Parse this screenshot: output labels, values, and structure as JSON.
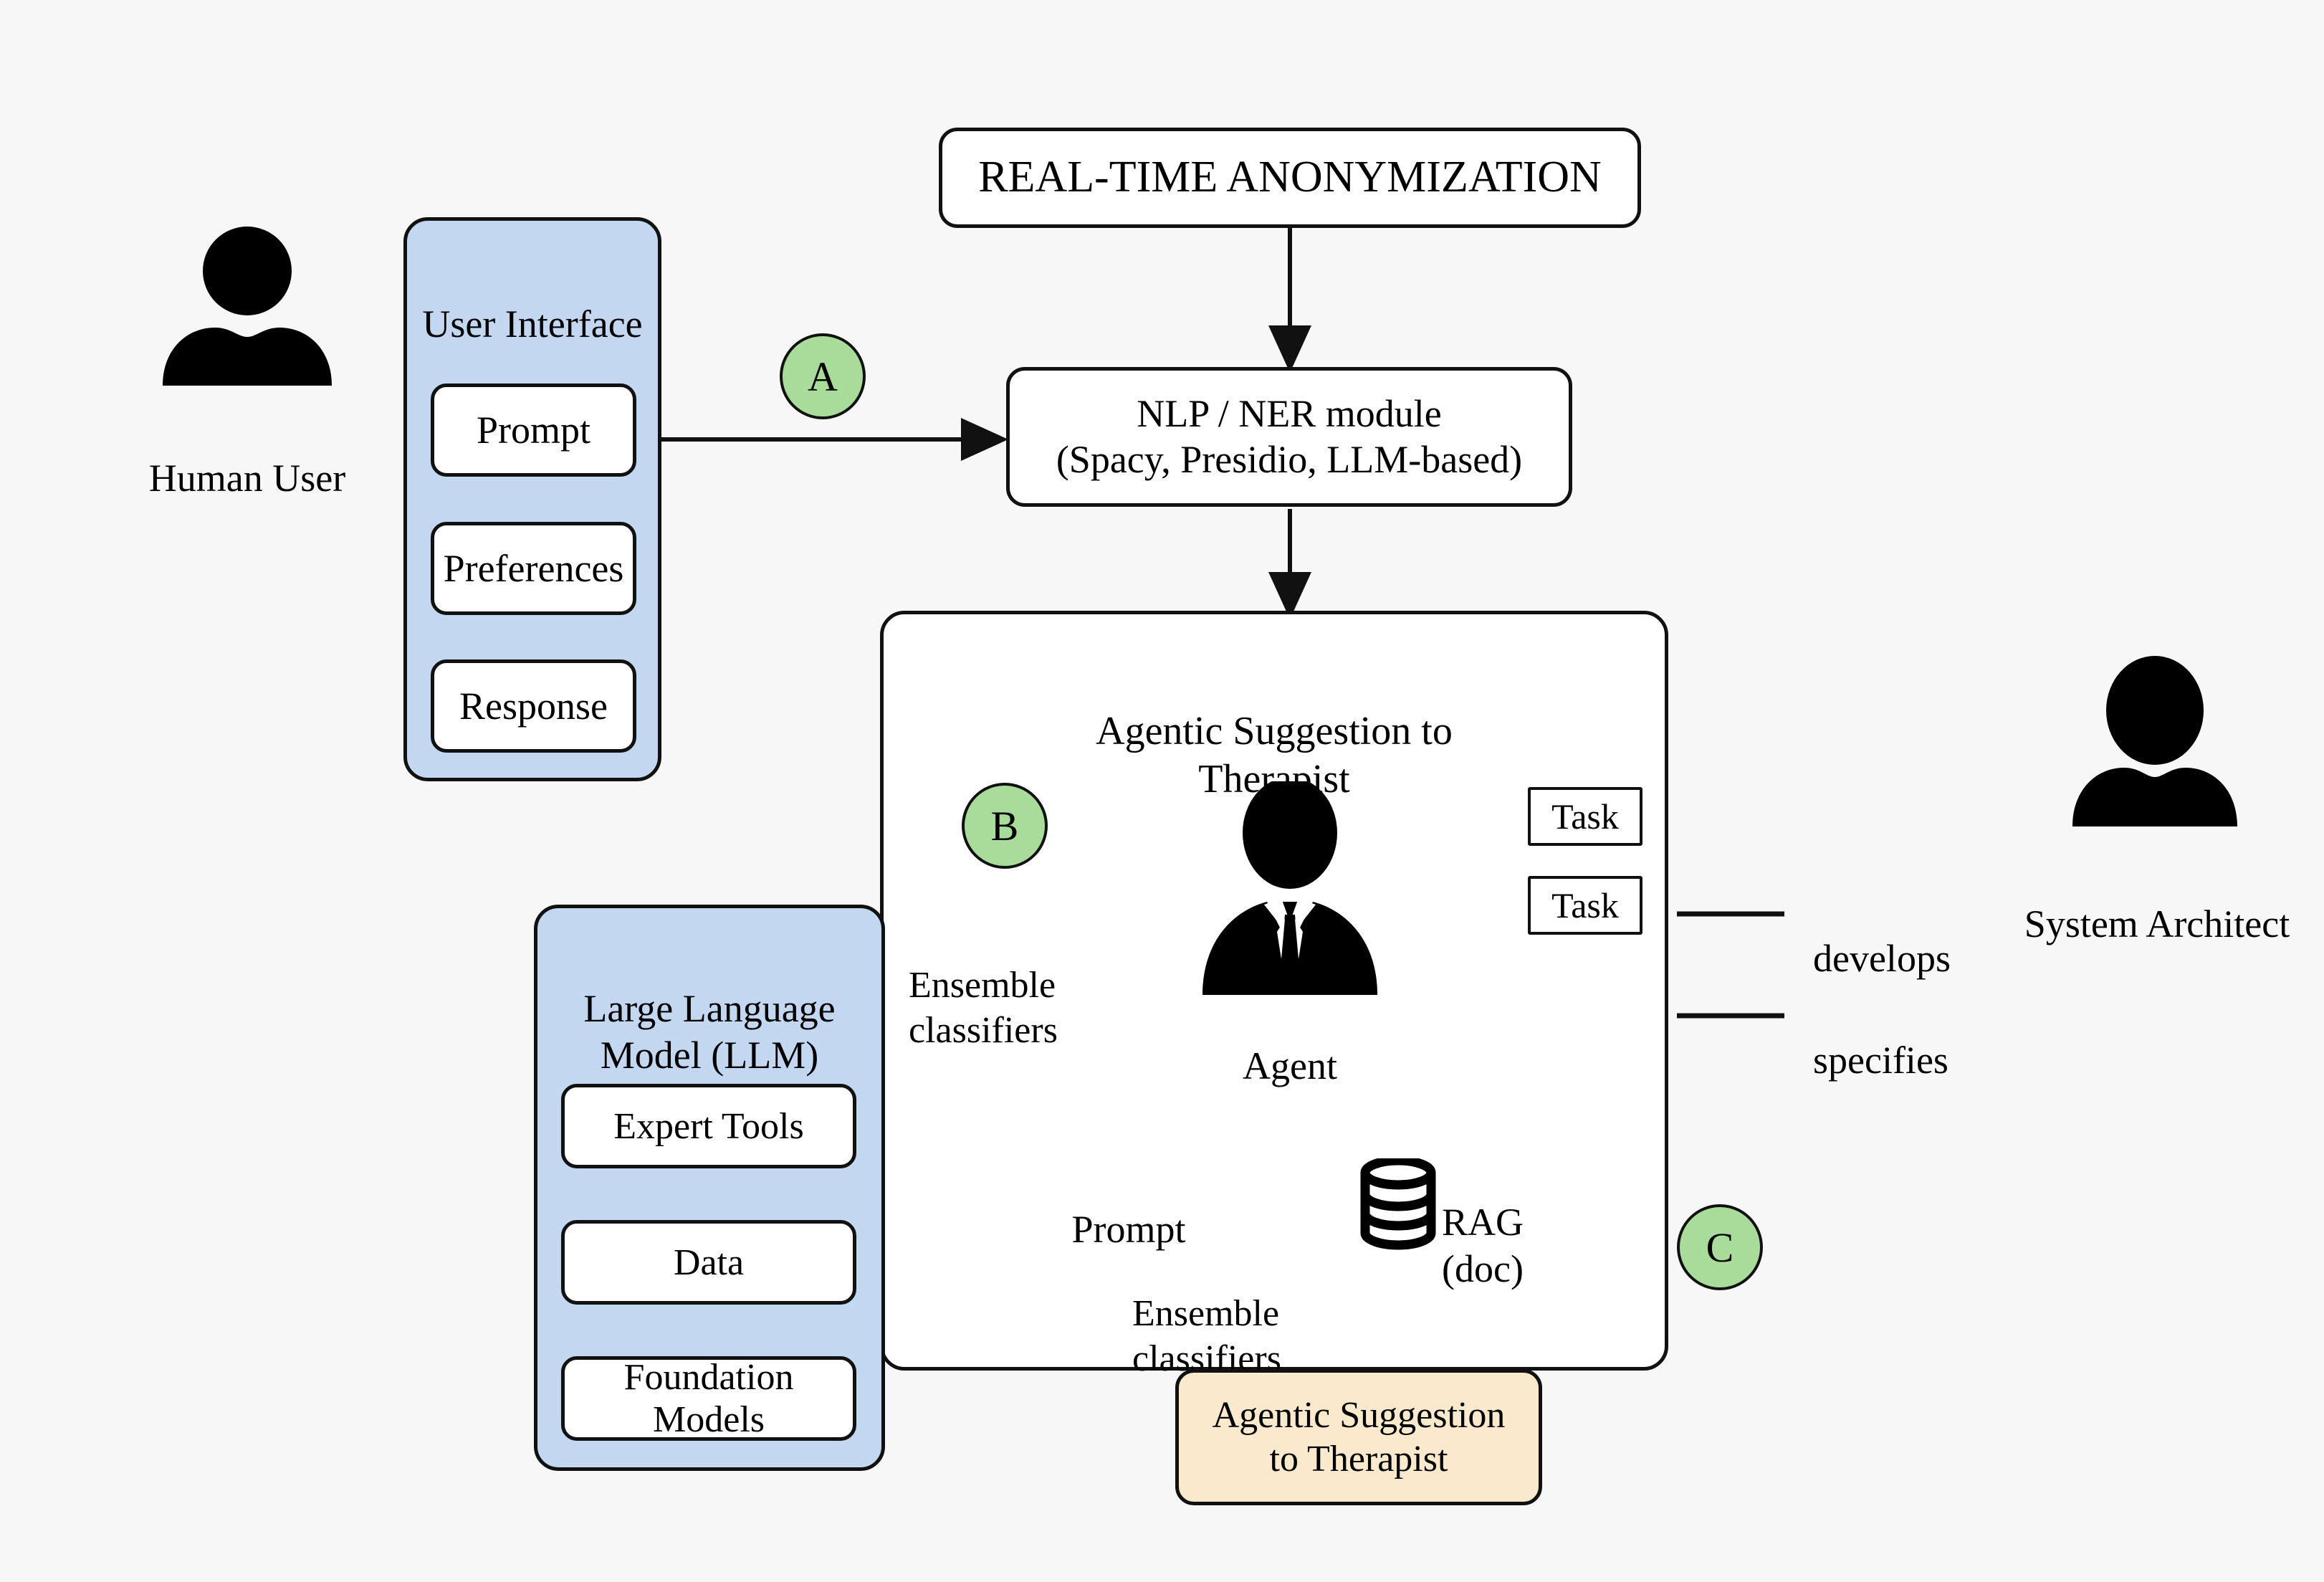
{
  "diagram": {
    "title_box": {
      "label": "REAL-TIME ANONYMIZATION"
    },
    "actors": {
      "human_user": {
        "label": "Human User",
        "icon": "person-icon"
      },
      "system_architect": {
        "label": "System Architect",
        "icon": "person-icon"
      }
    },
    "user_interface": {
      "title": "User Interface",
      "items": [
        {
          "label": "Prompt"
        },
        {
          "label": "Preferences"
        },
        {
          "label": "Response"
        }
      ]
    },
    "nlp_module": {
      "line1": "NLP / NER module",
      "line2": "(Spacy, Presidio, LLM-based)"
    },
    "llm_panel": {
      "title": "Large Language\nModel (LLM)",
      "items": [
        {
          "label": "Expert Tools"
        },
        {
          "label": "Data"
        },
        {
          "label": "Foundation Models"
        }
      ]
    },
    "agentic_panel": {
      "title": "Agentic Suggestion to\nTherapist",
      "agent_label": "Agent",
      "agent_icon": "agent-person-suit-icon",
      "ensemble_top": "Ensemble\nclassifiers",
      "ensemble_bottom": "Ensemble\nclassifiers",
      "prompt_label": "Prompt",
      "rag_label": "RAG\n(doc)",
      "rag_icon": "database-cylinder-icon",
      "tasks": [
        {
          "label": "Task"
        },
        {
          "label": "Task"
        }
      ]
    },
    "output_box": {
      "label": "Agentic Suggestion\nto Therapist"
    },
    "markers": [
      {
        "id": "A",
        "label": "A"
      },
      {
        "id": "B",
        "label": "B"
      },
      {
        "id": "C",
        "label": "C"
      }
    ],
    "legend": [
      {
        "label": "develops"
      },
      {
        "label": "specifies"
      }
    ],
    "colors": {
      "panel_blue": "#c3d8f0",
      "marker_green": "#a9dc9a",
      "output_cream": "#fbe9cd",
      "background": "#f7f7f7",
      "stroke": "#111111"
    }
  }
}
